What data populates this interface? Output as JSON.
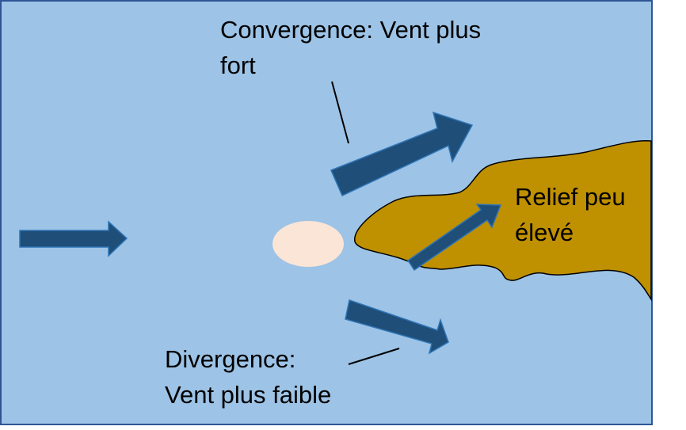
{
  "diagram": {
    "convergence": {
      "line1": "Convergence: Vent plus",
      "line2": "fort"
    },
    "divergence": {
      "line1": "Divergence:",
      "line2": "Vent plus faible"
    },
    "relief": {
      "line1": "Relief peu",
      "line2": "élevé"
    }
  },
  "colors": {
    "background": "#9dc3e6",
    "border": "#2f5597",
    "arrow_fill": "#1f4e79",
    "arrow_stroke": "#2e75b6",
    "relief": "#bf9000",
    "ellipse": "#fbe5d6"
  }
}
